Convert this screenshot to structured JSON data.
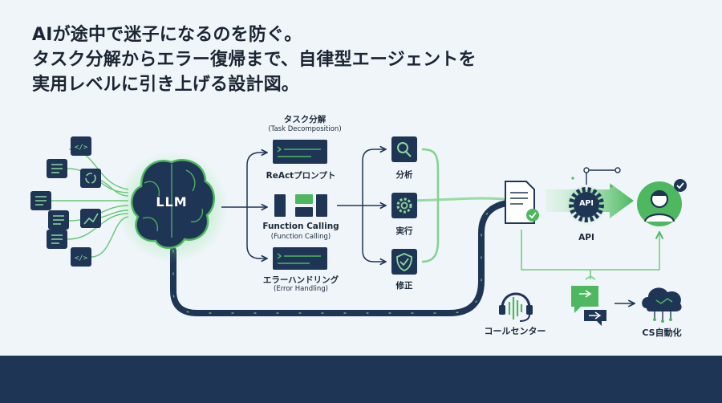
{
  "headline": {
    "line1": "AIが途中で迷子になるのを防ぐ。",
    "line2": "タスク分解からエラー復帰まで、自律型エージェントを",
    "line3": "実用レベルに引き上げる設計図。"
  },
  "llm_label": "LLM",
  "task_header": {
    "title": "タスク分解",
    "subtitle": "(Task Decomposition)"
  },
  "modules": [
    {
      "label": "ReActプロンプト"
    },
    {
      "label": "Function Calling",
      "sublabel": "(Function Calling)"
    },
    {
      "label": "エラーハンドリング",
      "sublabel": "(Error Handling)"
    }
  ],
  "actions": [
    {
      "label": "分析",
      "icon": "magnifier-icon"
    },
    {
      "label": "実行",
      "icon": "gear-icon"
    },
    {
      "label": "修正",
      "icon": "shield-check-icon"
    }
  ],
  "api": {
    "badge": "API",
    "label": "API"
  },
  "bottom": {
    "call_center": "コールセンター",
    "cs_automation": "CS自動化"
  },
  "colors": {
    "navy": "#1f3555",
    "green": "#4db85f",
    "light_green": "#8fd79a",
    "background": "#f0f5f9"
  }
}
